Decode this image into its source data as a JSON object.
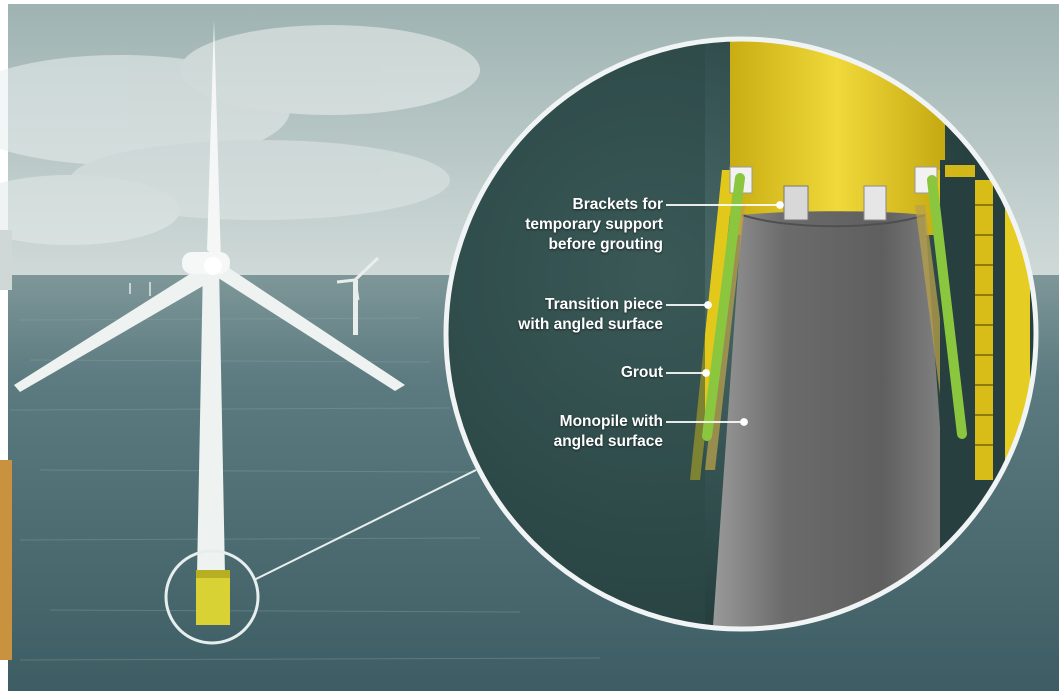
{
  "labels": {
    "brackets": [
      "Brackets for",
      "temporary support",
      "before grouting"
    ],
    "transition_piece": [
      "Transition piece",
      "with angled surface"
    ],
    "grout": [
      "Grout"
    ],
    "monopile": [
      "Monopile with",
      "angled surface"
    ]
  },
  "colors": {
    "sky": "#c9d3d2",
    "sea": "#4e6f76",
    "transition_piece_yellow": "#e6cf1e",
    "monopile_gray": "#6f6f6f",
    "grout_highlight_green": "#8bc63f",
    "inset_background": "#2f5050"
  }
}
